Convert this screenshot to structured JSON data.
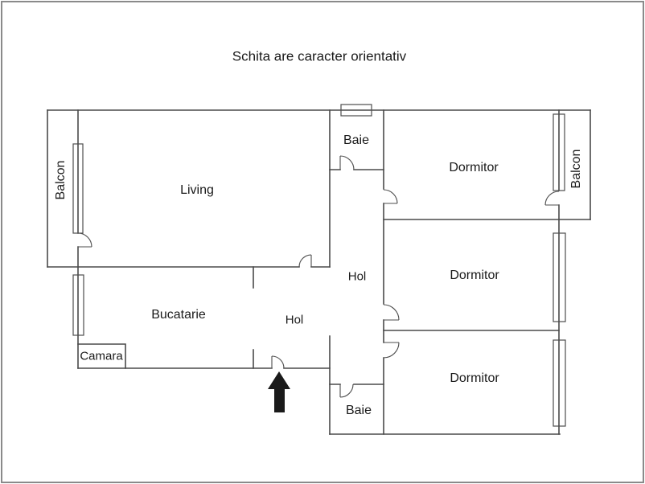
{
  "title": "Schita are caracter orientativ",
  "rooms": {
    "living": "Living",
    "bucatarie": "Bucatarie",
    "camara": "Camara",
    "hol_corridor": "Hol",
    "hol_entry": "Hol",
    "baie_top": "Baie",
    "baie_bottom": "Baie",
    "dormitor_1": "Dormitor",
    "dormitor_2": "Dormitor",
    "dormitor_3": "Dormitor",
    "balcon_left": "Balcon",
    "balcon_right": "Balcon"
  },
  "icons": {
    "entrance_arrow": "up-arrow"
  },
  "colors": {
    "wall": "#4a4a4a",
    "door": "#4d4d4d",
    "window": "#4d4d4d",
    "arrow": "#1a1a1a",
    "frame": "#8a8a8a",
    "text": "#1a1a1a",
    "background": "#ffffff"
  }
}
